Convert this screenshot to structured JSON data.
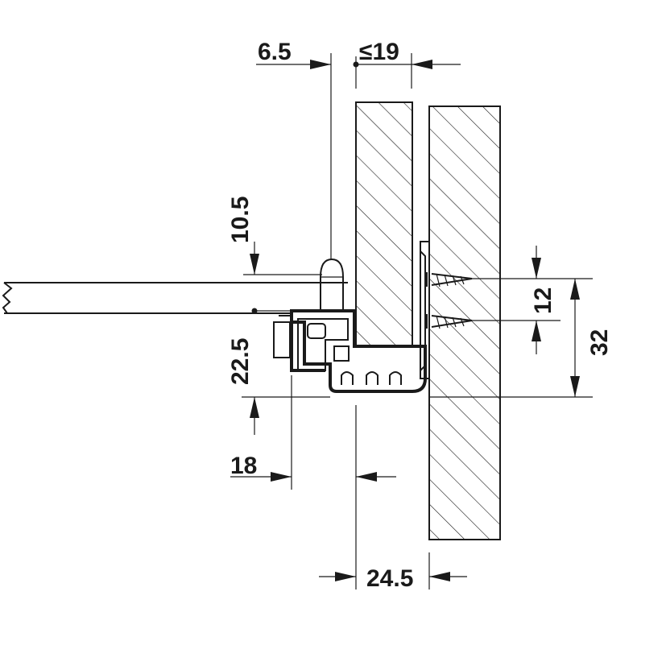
{
  "dimensions": {
    "d_6_5": "6.5",
    "d_19": "≤19",
    "d_10_5": "10.5",
    "d_22_5": "22.5",
    "d_18": "18",
    "d_12": "12",
    "d_32": "32",
    "d_24_5": "24.5"
  },
  "colors": {
    "ink": "#1a1a1a",
    "background": "#ffffff"
  }
}
